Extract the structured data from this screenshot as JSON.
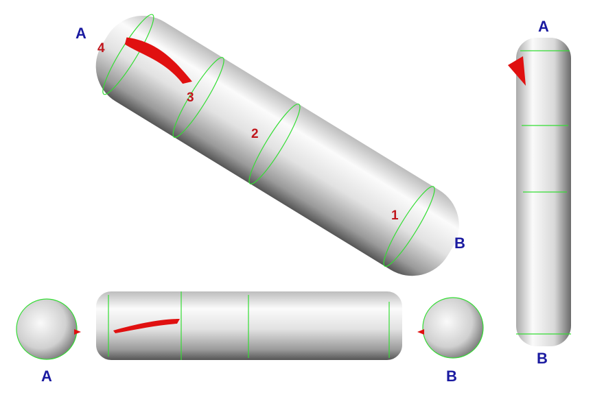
{
  "main_view": {
    "end_a_label": "A",
    "end_b_label": "B",
    "section_labels": [
      "1",
      "2",
      "3",
      "4"
    ]
  },
  "side_view": {
    "top_label": "A",
    "bottom_label": "B"
  },
  "end_view_a": {
    "label": "A"
  },
  "end_view_b": {
    "label": "B"
  },
  "colors": {
    "label_blue": "#1a1aa0",
    "label_red": "#c0161c",
    "section_line": "#33dd33",
    "damage": "#e01010"
  }
}
